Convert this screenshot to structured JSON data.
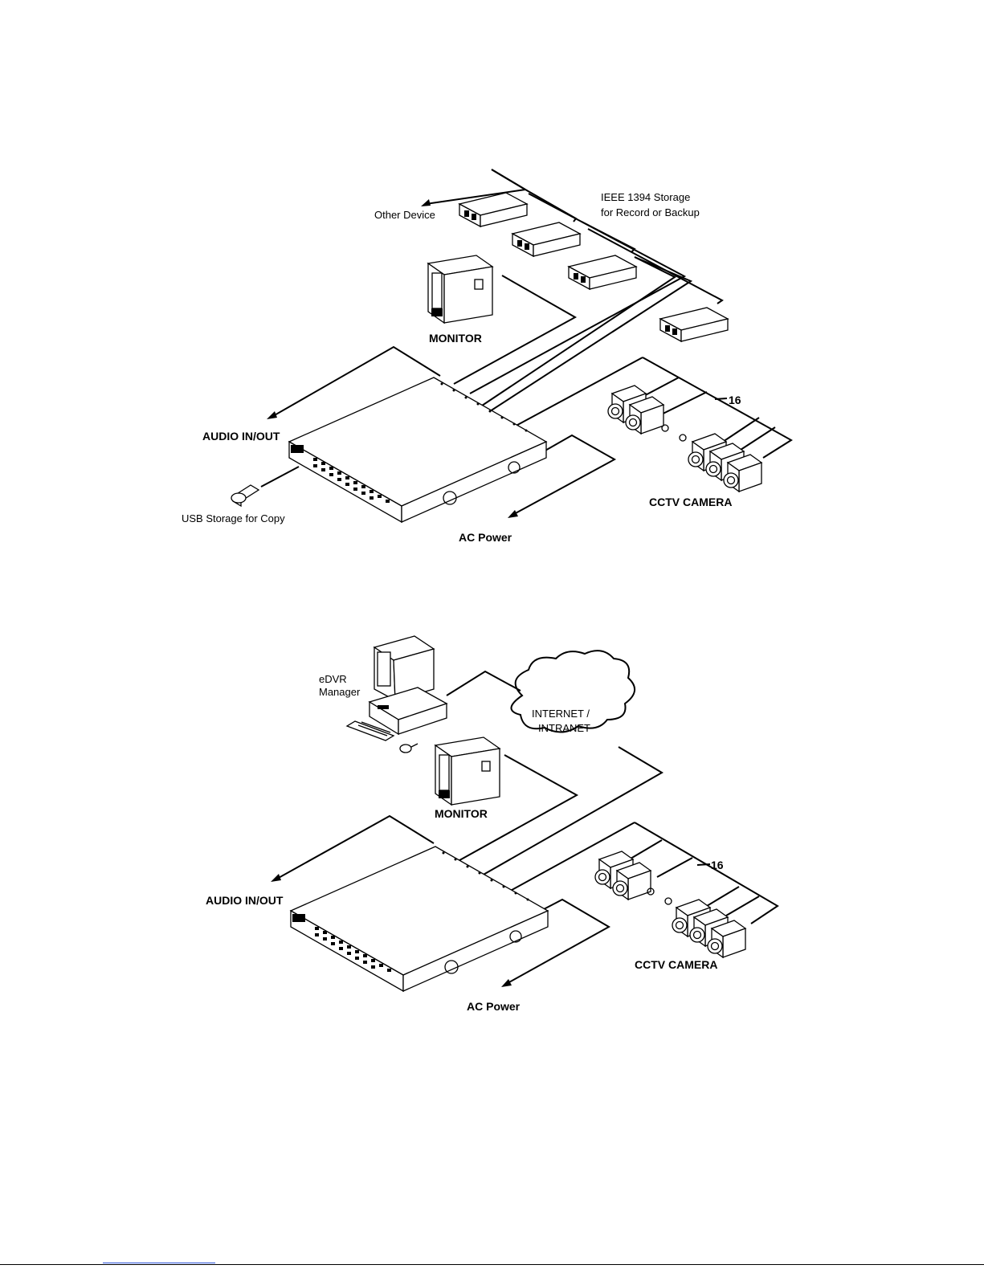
{
  "diagram1": {
    "other_device": "Other Device",
    "ieee_line1": "IEEE 1394 Storage",
    "ieee_line2": "for Record or Backup",
    "monitor": "MONITOR",
    "audio": "AUDIO IN/OUT",
    "usb": "USB Storage for Copy",
    "ac_power": "AC Power",
    "cctv": "CCTV CAMERA",
    "count": "16"
  },
  "diagram2": {
    "edvr_line1": "eDVR",
    "edvr_line2": "Manager",
    "internet_line1": "INTERNET /",
    "internet_line2": "INTRANET",
    "monitor": "MONITOR",
    "audio": "AUDIO IN/OUT",
    "ac_power": "AC Power",
    "cctv": "CCTV CAMERA",
    "count": "16"
  }
}
